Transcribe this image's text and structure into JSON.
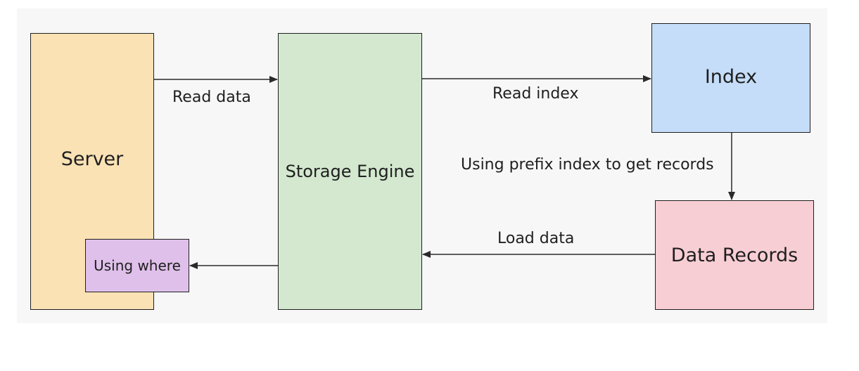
{
  "nodes": {
    "server": "Server",
    "storage_engine": "Storage Engine",
    "index": "Index",
    "data_records": "Data Records",
    "using_where": "Using where"
  },
  "edges": {
    "read_data": "Read data",
    "read_index": "Read index",
    "prefix_lookup": "Using prefix index to get records",
    "load_data": "Load data"
  },
  "colors": {
    "server": "#fae2b5",
    "storage_engine": "#d3e8cf",
    "index": "#c5ddf8",
    "data_records": "#f8ced5",
    "using_where": "#dfc0ea",
    "background": "#f7f7f7",
    "stroke": "#1f1f1f"
  }
}
